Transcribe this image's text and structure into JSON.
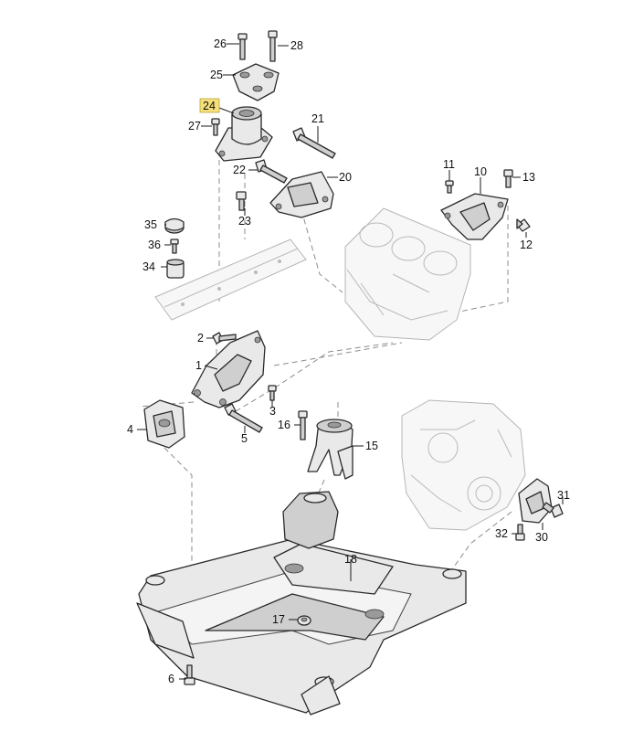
{
  "callouts": [
    {
      "id": "1",
      "label": "1"
    },
    {
      "id": "2",
      "label": "2"
    },
    {
      "id": "3",
      "label": "3"
    },
    {
      "id": "4",
      "label": "4"
    },
    {
      "id": "5",
      "label": "5"
    },
    {
      "id": "6",
      "label": "6"
    },
    {
      "id": "10",
      "label": "10"
    },
    {
      "id": "11",
      "label": "11"
    },
    {
      "id": "12",
      "label": "12"
    },
    {
      "id": "13",
      "label": "13"
    },
    {
      "id": "15",
      "label": "15"
    },
    {
      "id": "16",
      "label": "16"
    },
    {
      "id": "17",
      "label": "17"
    },
    {
      "id": "18",
      "label": "18"
    },
    {
      "id": "20",
      "label": "20"
    },
    {
      "id": "21",
      "label": "21"
    },
    {
      "id": "22",
      "label": "22"
    },
    {
      "id": "23",
      "label": "23"
    },
    {
      "id": "24",
      "label": "24",
      "highlighted": true
    },
    {
      "id": "25",
      "label": "25"
    },
    {
      "id": "26",
      "label": "26"
    },
    {
      "id": "27",
      "label": "27"
    },
    {
      "id": "28",
      "label": "28"
    },
    {
      "id": "30",
      "label": "30"
    },
    {
      "id": "31",
      "label": "31"
    },
    {
      "id": "32",
      "label": "32"
    },
    {
      "id": "34",
      "label": "34"
    },
    {
      "id": "35",
      "label": "35"
    },
    {
      "id": "36",
      "label": "36"
    }
  ],
  "colors": {
    "highlight": "#f5e07a",
    "line": "#1a1a1a",
    "part": "#e9e9e9"
  }
}
